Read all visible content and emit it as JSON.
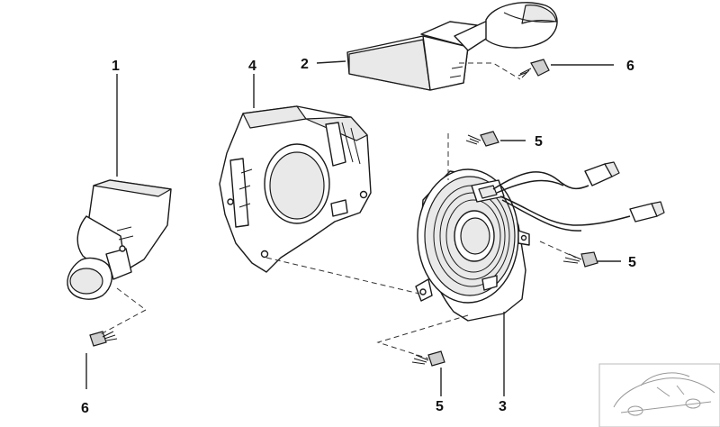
{
  "callouts": [
    {
      "id": "c1",
      "label": "1"
    },
    {
      "id": "c2",
      "label": "2"
    },
    {
      "id": "c3",
      "label": "3"
    },
    {
      "id": "c4",
      "label": "4"
    },
    {
      "id": "c5a",
      "label": "5"
    },
    {
      "id": "c5b",
      "label": "5"
    },
    {
      "id": "c5c",
      "label": "5"
    },
    {
      "id": "c6a",
      "label": "6"
    },
    {
      "id": "c6b",
      "label": "6"
    }
  ],
  "colors": {
    "line": "#1a1a1a",
    "background": "#ffffff",
    "thumbnail_line": "#999999"
  }
}
